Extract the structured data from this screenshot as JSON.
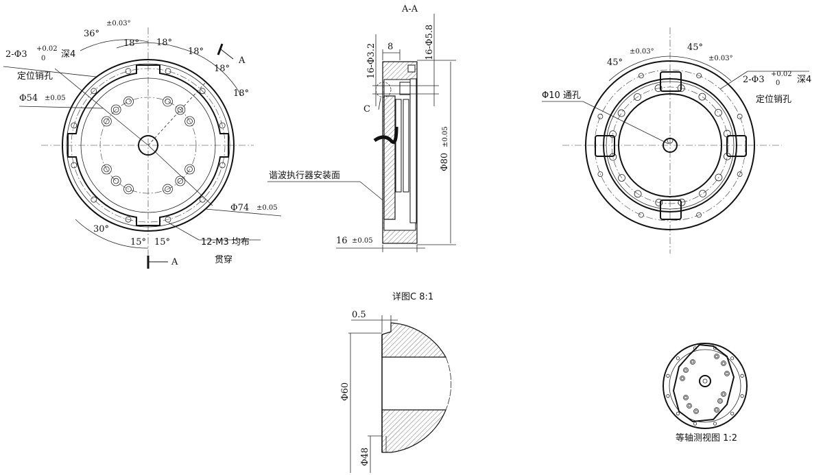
{
  "front_view": {
    "pin_hole_spec": "2-Φ3",
    "pin_tol_upper": "+0.02",
    "pin_tol_lower": "0",
    "pin_depth": "深4",
    "pin_label": "定位销孔",
    "dia54": "Φ54",
    "dia54_tol": "±0.05",
    "dia74": "Φ74",
    "dia74_tol": "±0.05",
    "angle36": "36°",
    "angle36_tol": "±0.03°",
    "angle18": "18°",
    "angle30": "30°",
    "angle15": "15°",
    "thread_spec": "12-M3 均布",
    "thread_note": "贯穿",
    "section_mark": "A"
  },
  "section_view": {
    "title": "A-A",
    "holes_small": "16-Φ3.2",
    "holes_large": "16-Φ5.8",
    "dim8": "8",
    "dia80": "Φ80",
    "dia80_tol": "±0.05",
    "thickness": "16",
    "thickness_tol": "±0.05",
    "detail_mark": "C",
    "mount_face": "谐波执行器安装面"
  },
  "rear_view": {
    "angle45": "45°",
    "angle45_tol": "±0.03°",
    "pin_hole_spec": "2-Φ3",
    "pin_tol_upper": "+0.02",
    "pin_tol_lower": "0",
    "pin_depth": "深4",
    "pin_label": "定位销孔",
    "through_hole": "Φ10 通孔"
  },
  "detail_view": {
    "title": "详图C  8:1",
    "dim05": "0.5",
    "dia60": "Φ60",
    "dia48": "Φ48"
  },
  "iso_view": {
    "title": "等轴测视图 1:2"
  }
}
